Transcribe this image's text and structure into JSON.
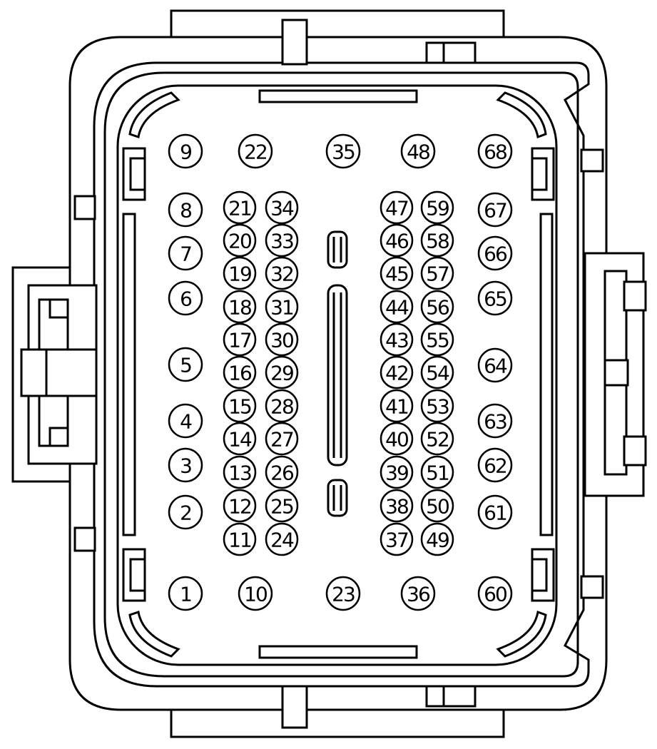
{
  "colors": {
    "outline": "#000000",
    "background": "#ffffff",
    "highlight_fill": "#a0a0a0",
    "highlight_text": "#6e6e6e"
  },
  "highlighted_pin": "64",
  "pins": [
    {
      "label": "9"
    },
    {
      "label": "22"
    },
    {
      "label": "35"
    },
    {
      "label": "48"
    },
    {
      "label": "68"
    },
    {
      "label": "8"
    },
    {
      "label": "7"
    },
    {
      "label": "6"
    },
    {
      "label": "5"
    },
    {
      "label": "4"
    },
    {
      "label": "3"
    },
    {
      "label": "2"
    },
    {
      "label": "1"
    },
    {
      "label": "10"
    },
    {
      "label": "23"
    },
    {
      "label": "36"
    },
    {
      "label": "60"
    },
    {
      "label": "67"
    },
    {
      "label": "66"
    },
    {
      "label": "65"
    },
    {
      "label": "64"
    },
    {
      "label": "63"
    },
    {
      "label": "62"
    },
    {
      "label": "61"
    },
    {
      "label": "21"
    },
    {
      "label": "20"
    },
    {
      "label": "19"
    },
    {
      "label": "18"
    },
    {
      "label": "17"
    },
    {
      "label": "16"
    },
    {
      "label": "15"
    },
    {
      "label": "14"
    },
    {
      "label": "13"
    },
    {
      "label": "12"
    },
    {
      "label": "11"
    },
    {
      "label": "34"
    },
    {
      "label": "33"
    },
    {
      "label": "32"
    },
    {
      "label": "31"
    },
    {
      "label": "30"
    },
    {
      "label": "29"
    },
    {
      "label": "28"
    },
    {
      "label": "27"
    },
    {
      "label": "26"
    },
    {
      "label": "25"
    },
    {
      "label": "24"
    },
    {
      "label": "47"
    },
    {
      "label": "46"
    },
    {
      "label": "45"
    },
    {
      "label": "44"
    },
    {
      "label": "43"
    },
    {
      "label": "42"
    },
    {
      "label": "41"
    },
    {
      "label": "40"
    },
    {
      "label": "39"
    },
    {
      "label": "38"
    },
    {
      "label": "37"
    },
    {
      "label": "59"
    },
    {
      "label": "58"
    },
    {
      "label": "57"
    },
    {
      "label": "56"
    },
    {
      "label": "55"
    },
    {
      "label": "54"
    },
    {
      "label": "53"
    },
    {
      "label": "52"
    },
    {
      "label": "51"
    },
    {
      "label": "50"
    },
    {
      "label": "49"
    }
  ]
}
